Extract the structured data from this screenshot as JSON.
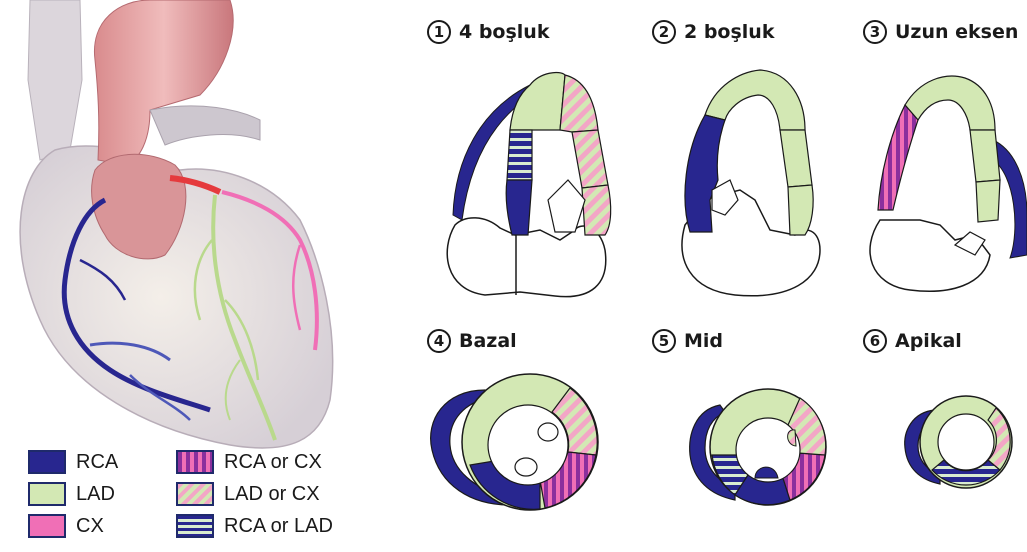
{
  "colors": {
    "rca": "#28268f",
    "lad": "#d3e8b4",
    "cx": "#f06fb6",
    "rca_or_cx_stripe": "#8b2f9d",
    "lad_or_cx_stripe": "#f3a6c6",
    "outline": "#1a1a1a"
  },
  "views": [
    {
      "number": "1",
      "label": "4 boşluk"
    },
    {
      "number": "2",
      "label": "2 boşluk"
    },
    {
      "number": "3",
      "label": "Uzun eksen"
    },
    {
      "number": "4",
      "label": "Bazal"
    },
    {
      "number": "5",
      "label": "Mid"
    },
    {
      "number": "6",
      "label": "Apikal"
    }
  ],
  "legend": [
    {
      "label": "RCA",
      "pattern": "rca-icon"
    },
    {
      "label": "LAD",
      "pattern": "lad-icon"
    },
    {
      "label": "CX",
      "pattern": "cx-icon"
    },
    {
      "label": "RCA or CX",
      "pattern": "rca-or-cx-icon"
    },
    {
      "label": "LAD or CX",
      "pattern": "lad-or-cx-icon"
    },
    {
      "label": "RCA or LAD",
      "pattern": "rca-or-lad-icon"
    }
  ]
}
